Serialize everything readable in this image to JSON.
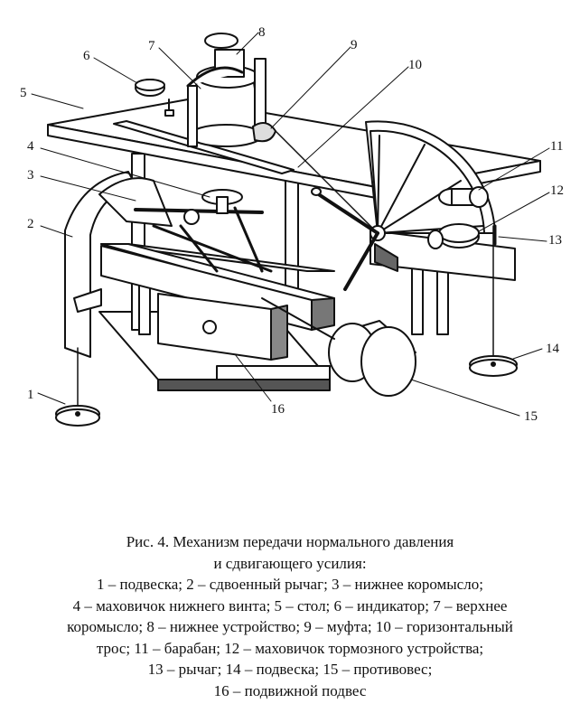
{
  "figure": {
    "labels": [
      "1",
      "2",
      "3",
      "4",
      "5",
      "6",
      "7",
      "8",
      "9",
      "10",
      "11",
      "12",
      "13",
      "14",
      "15",
      "16"
    ]
  },
  "caption": {
    "lines": [
      "Рис. 4. Механизм передачи нормального давления",
      "и сдвигающего усилия:",
      "1 – подвеска; 2 – сдвоенный рычаг; 3 – нижнее коромысло;",
      "4 – маховичок нижнего винта; 5 – стол; 6 – индикатор; 7 – верхнее",
      "коромысло; 8 – нижнее устройство; 9 – муфта; 10 – горизонтальный",
      "трос; 11 – барабан; 12 – маховичок тормозного устройства;",
      "13 – рычаг; 14 – подвеска; 15 – противовес;",
      "16 – подвижной подвес"
    ]
  }
}
